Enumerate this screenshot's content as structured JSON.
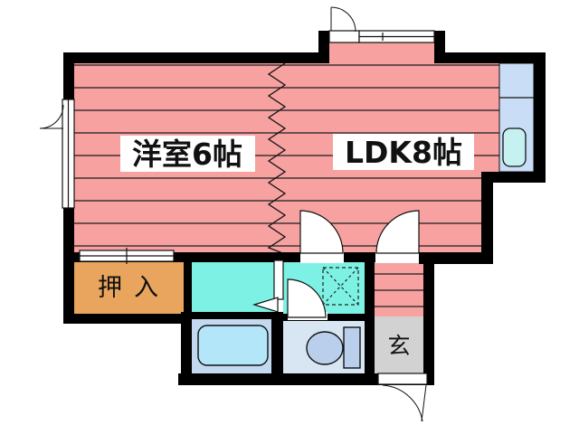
{
  "rooms": {
    "western": {
      "label": "洋室6帖"
    },
    "ldk": {
      "label": "LDK8帖"
    },
    "closet": {
      "label": "押入"
    },
    "entrance": {
      "label": "玄"
    }
  },
  "fixtures": {
    "kitchen_counter": "kitchen-counter",
    "kitchen_sink": "kitchen-sink",
    "bathtub": "bathtub",
    "toilet": "toilet",
    "washing_machine_space": "washing-machine-space-dashed-square",
    "room_divider": "zigzag-partition",
    "door_direction": "left-arrow"
  },
  "colors": {
    "wall": "#000000",
    "room_pink": "#f7a1a1",
    "closet_orange": "#e9a55e",
    "washroom_aqua": "#7df2e4",
    "bathroom_blue": "#c3d9f0",
    "bathtub_blue": "#b3e6f8",
    "toilet_room_blue": "#d8e6f4",
    "toilet_blue": "#b9cfec",
    "kitchen_blue": "#c9def6",
    "sink_cyan": "#c6f1f1",
    "entrance_gray": "#d2d2d2",
    "label_bg": "#ffffff"
  }
}
